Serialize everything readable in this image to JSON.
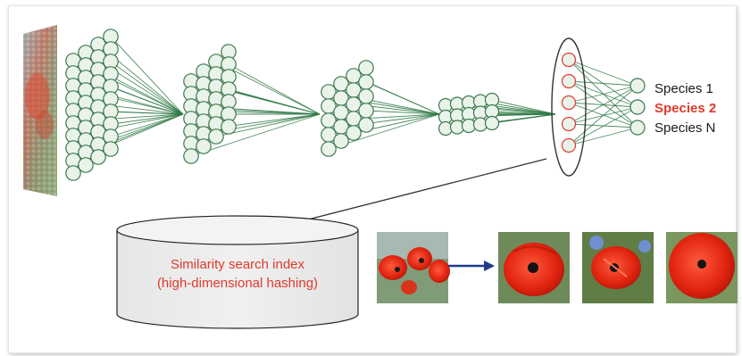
{
  "output_classes": [
    {
      "label": "Species 1",
      "highlighted": false
    },
    {
      "label": "Species 2",
      "highlighted": true
    },
    {
      "label": "Species N",
      "highlighted": false
    }
  ],
  "similarity_index": {
    "line1": "Similarity search index",
    "line2": "(high-dimensional hashing)"
  },
  "colors": {
    "node_fill": "#e9f3ea",
    "node_stroke": "#3d7a4d",
    "edge": "#2f7a45",
    "embedding_node_stroke": "#e0392b",
    "highlight_text": "#e0392b",
    "query_arrow": "#1f3a8a",
    "cylinder_fill": "#ececec"
  },
  "images": {
    "input": "poppy-photo-pixelated",
    "query": "poppy-field-photo",
    "results": [
      "red-poppy-closeup",
      "red-poppy-cornflower",
      "red-poppy-bright"
    ]
  }
}
